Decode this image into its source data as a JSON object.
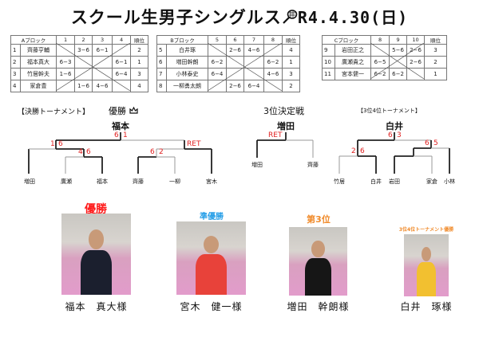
{
  "title": {
    "main": "スクール生男子シングルス",
    "date": "R4.4.30(日)",
    "icon": "tennis-racket-icon"
  },
  "blocks": [
    {
      "header": [
        "Aブロック",
        "1",
        "2",
        "3",
        "4",
        "順位"
      ],
      "rows": [
        [
          "1",
          "齊藤亨輔",
          "",
          "3−6",
          "6−1",
          "",
          "2"
        ],
        [
          "2",
          "福本真大",
          "6−3",
          "",
          "",
          "6−1",
          "1"
        ],
        [
          "3",
          "竹居幹夫",
          "1−6",
          "",
          "",
          "6−4",
          "3"
        ],
        [
          "4",
          "家倉豊",
          "",
          "1−6",
          "4−6",
          "",
          "4"
        ]
      ]
    },
    {
      "header": [
        "Bブロック",
        "5",
        "6",
        "7",
        "8",
        "順位"
      ],
      "rows": [
        [
          "5",
          "白井琢",
          "",
          "2−6",
          "4−6",
          "",
          "4"
        ],
        [
          "6",
          "増田幹朗",
          "6−2",
          "",
          "",
          "6−2",
          "1"
        ],
        [
          "7",
          "小林泰史",
          "6−4",
          "",
          "",
          "4−6",
          "3"
        ],
        [
          "8",
          "一柳勇太朗",
          "",
          "2−6",
          "6−4",
          "",
          "2"
        ]
      ]
    },
    {
      "header": [
        "Cブロック",
        "8",
        "9",
        "10",
        "順位"
      ],
      "rows": [
        [
          "9",
          "岩田正之",
          "",
          "5−6",
          "2−6",
          "3"
        ],
        [
          "10",
          "廣瀬貴之",
          "6−5",
          "",
          "2−6",
          "2"
        ],
        [
          "11",
          "宮本健一",
          "6−2",
          "6−2",
          "",
          "1"
        ]
      ]
    }
  ],
  "final": {
    "heading": "【決勝トーナメント】",
    "champion_label": "優勝",
    "crown_icon": "crown-icon",
    "winner": "福本",
    "players": [
      "増田",
      "廣瀬",
      "福本",
      "齊藤",
      "一柳",
      "宮木"
    ],
    "scores": {
      "f_l": "6",
      "f_r": "1",
      "s1_l": "1",
      "s1_r": "6",
      "q1_l": "4",
      "q1_r": "6",
      "q2_l": "6",
      "q2_r": "2",
      "s2_r": "RET"
    }
  },
  "third": {
    "heading": "3位決定戦",
    "winner": "増田",
    "players": [
      "増田",
      "齊藤"
    ],
    "score": "RET"
  },
  "third_fourth": {
    "heading": "【3位4位トーナメント】",
    "winner": "白井",
    "players": [
      "竹居",
      "白井",
      "岩田",
      "家倉",
      "小林"
    ],
    "scores": {
      "f_l": "6",
      "f_r": "3",
      "s2_l": "6",
      "s2_r": "5",
      "s1_l": "2",
      "s1_r": "6"
    }
  },
  "podium": [
    {
      "caption": "優勝",
      "name": "福本　真大様",
      "color": "#ff1a1a",
      "shirt": "#1b1f2e"
    },
    {
      "caption": "準優勝",
      "name": "宮木　健一様",
      "color": "#2aa0e8",
      "shirt": "#e8423a"
    },
    {
      "caption": "第3位",
      "name": "増田　幹朗様",
      "color": "#f08a2a",
      "shirt": "#161616"
    },
    {
      "caption": "3位4位トーナメント優勝",
      "name": "白井　琢様",
      "color": "#f08a2a",
      "shirt": "#f2c030"
    }
  ],
  "colors": {
    "score": "#e02020",
    "win_line": "#222222",
    "lose_line": "#999999"
  }
}
